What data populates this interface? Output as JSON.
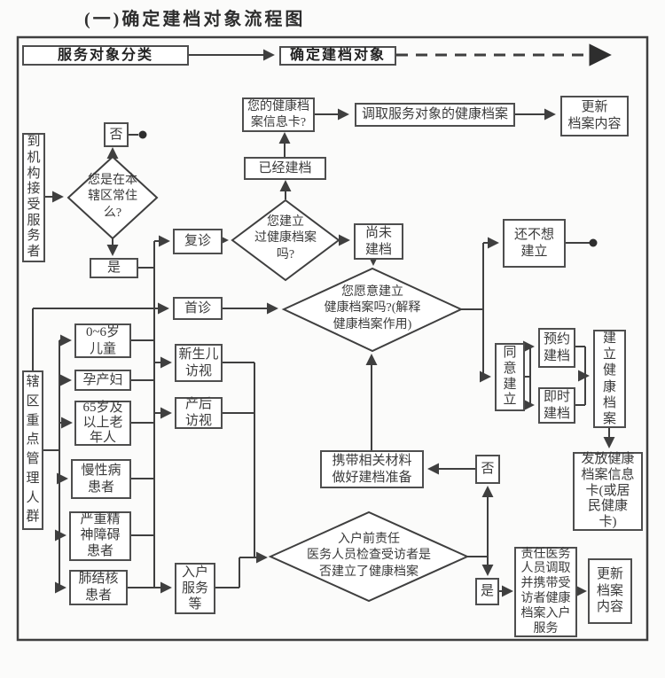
{
  "title": "(一)确定建档对象流程图",
  "colors": {
    "line": "#3f3f3f",
    "box_border": "#4e4e4e",
    "background": "#fbfbfa",
    "text": "#3a3a3a"
  },
  "header": {
    "service_classification": "服务对象分类",
    "confirm_target": "确定建档对象"
  },
  "flow": {
    "your_card": "您的健康档\n案信息卡?",
    "retrieve_record": "调取服务对象的健康档案",
    "update_top": "更新\n档案内容",
    "already_filed": "已经建档",
    "inst_visitor": "到机构接受服务者",
    "resident_q": "您是在本\n辖区常住\n么?",
    "no_top": "否",
    "yes_top": "是",
    "revisit": "复诊",
    "first_visit": "首诊",
    "filed_q": "您建立\n过健康档案\n吗?",
    "not_yet_filed": "尚未\n建档",
    "willing_q": "您愿意建立\n健康档案吗?(解释\n健康档案作用)",
    "not_want": "还不想\n建立",
    "agree_file": "同意建立",
    "appoint_file": "预约\n建档",
    "immediate_file": "即时\n建档",
    "establish_record": "建立健康档案",
    "issue_card": "发放健康档案信息卡(或居民健康卡)",
    "key_population": "辖区重点管理人群",
    "child": "0~6岁\n儿童",
    "pregnant": "孕产妇",
    "elderly": "65岁及\n以上老\n年人",
    "chronic": "慢性病\n患者",
    "mental": "严重精\n神障碍\n患者",
    "tb": "肺结核\n患者",
    "newborn_visit": "新生儿\n访视",
    "postpartum_visit": "产后\n访视",
    "household_service": "入户\n服务\n等",
    "materials": "携带相关材料\n做好建档准备",
    "no_bottom": "否",
    "yes_bottom": "是",
    "visit_check_q": "入户前责任\n医务人员检查受访者是\n否建立了健康档案",
    "staff_visit": "责任医务人员调取并携带受访者健康档案入户服务",
    "update_bottom": "更新\n档案\n内容"
  }
}
